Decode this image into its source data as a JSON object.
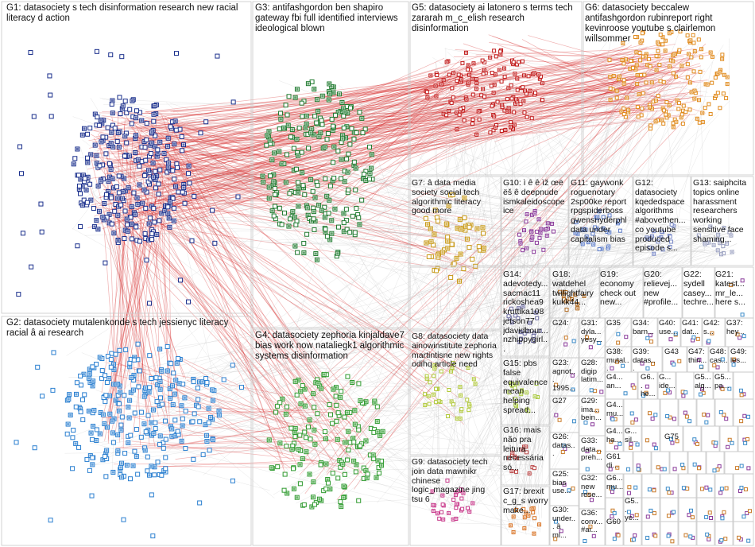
{
  "groups": [
    {
      "id": "G1",
      "text": "G1: datasociety s tech disinformation research new racial literacy d action"
    },
    {
      "id": "G2",
      "text": "G2: datasociety mutalenkonde s tech jessienyc literacy racial â ai research"
    },
    {
      "id": "G3",
      "text": "G3: antifashgordon ben shapiro gateway fbi full identified interviews ideological blown"
    },
    {
      "id": "G4",
      "text": "G4: datasociety zephoria kinjaldave7 bias work now nataliegk1 algorithmic systems disinformation"
    },
    {
      "id": "G5",
      "text": "G5: datasociety ai latonero s terms tech zararah m_c_elish research disinformation"
    },
    {
      "id": "G6",
      "text": "G6: datasociety beccalew antifashgordon rubinreport right kevinroose youtube s clairlemon willsommer"
    },
    {
      "id": "G7",
      "text": "G7: â data media society social tech algorithmic literacy good more"
    },
    {
      "id": "G8",
      "text": "G8: datasociety data ainowinstitute zephoria martintisne new rights odihq article need"
    },
    {
      "id": "G9",
      "text": "G9: datasociety tech join data mawnikr chinese logic_magazine jing tsu 6"
    },
    {
      "id": "G10",
      "text": "G10: ì ê ê ìž œë ëš ê deepnude ismkaleidoscope ice"
    },
    {
      "id": "G11",
      "text": "G11: gaywonk roguenotary 2sp00ke report rpgspiderboss gwensnyderphl data under capitalism bias"
    },
    {
      "id": "G12",
      "text": "G12: datasociety kqededspace algorithms #abovethen... co youtube produced episode s..."
    },
    {
      "id": "G13",
      "text": "G13: saiphcita topics online harassment researchers working sensitive face shaming..."
    },
    {
      "id": "G14",
      "text": "G14: adevotedy... sacmac11 rickoshea9 kruttika108 jetson77 jdavidbour... nzhippygirl..."
    },
    {
      "id": "G15",
      "text": "G15: pbs false equivalence mean helping spread..."
    },
    {
      "id": "G16",
      "text": "G16: mais não pra leitura necessária só..."
    },
    {
      "id": "G17",
      "text": "G17: brexit c_g_s worry make..."
    },
    {
      "id": "G18",
      "text": "G18: watdehel twilightfairy kukk44..."
    },
    {
      "id": "G19",
      "text": "G19: economy check out new..."
    },
    {
      "id": "G20",
      "text": "G20: relievej... new #profile..."
    },
    {
      "id": "G21",
      "text": "G21: katest... mr_le... here s..."
    },
    {
      "id": "G22",
      "text": "G22: sydell casey... techre..."
    },
    {
      "id": "G23",
      "text": "G23: agnot... 1995..."
    },
    {
      "id": "G24",
      "text": "G24:"
    },
    {
      "id": "G25",
      "text": "G25: bias use..."
    },
    {
      "id": "G26",
      "text": "G26: datas..."
    },
    {
      "id": "G27",
      "text": "G27"
    },
    {
      "id": "G28",
      "text": "G28: digip latim..."
    },
    {
      "id": "G29",
      "text": "G29: ima... bein..."
    },
    {
      "id": "G30",
      "text": "G30: under... â ml..."
    },
    {
      "id": "G31",
      "text": "G31: dyla... yesy..."
    },
    {
      "id": "G32",
      "text": "G32: new rese..."
    },
    {
      "id": "G33",
      "text": "G33: data... preh..."
    },
    {
      "id": "G34",
      "text": "G34: barn..."
    },
    {
      "id": "G35",
      "text": "G35"
    },
    {
      "id": "G36",
      "text": "G36: conv... #ai..."
    },
    {
      "id": "G37",
      "text": "G37: hey..."
    },
    {
      "id": "G38",
      "text": "G38: mutal..."
    },
    {
      "id": "G39",
      "text": "G39: datas..."
    },
    {
      "id": "G40",
      "text": "G40: use..."
    },
    {
      "id": "G41",
      "text": "G41: dat..."
    },
    {
      "id": "G42",
      "text": "G42: s..."
    },
    {
      "id": "G43",
      "text": "G43"
    },
    {
      "id": "G44",
      "text": "G4... an..."
    },
    {
      "id": "G45",
      "text": "G4... mu..."
    },
    {
      "id": "G46",
      "text": "G4... ha..."
    },
    {
      "id": "G47",
      "text": "G47: thin..."
    },
    {
      "id": "G48",
      "text": "G48: cas..."
    },
    {
      "id": "G49",
      "text": "G49: les..."
    },
    {
      "id": "G50",
      "text": "G5... alg..."
    },
    {
      "id": "G51",
      "text": "G5... pa..."
    },
    {
      "id": "G52",
      "text": "G... ide..."
    },
    {
      "id": "G53",
      "text": "G6... he..."
    },
    {
      "id": "G54",
      "text": "G... sil..."
    },
    {
      "id": "G60",
      "text": "G60"
    },
    {
      "id": "G61",
      "text": "G61 di..."
    },
    {
      "id": "G75",
      "text": "G75"
    },
    {
      "id": "G62",
      "text": "G6... mu..."
    },
    {
      "id": "G63",
      "text": "G5... ye..."
    }
  ],
  "palette": {
    "G1": "#1a2f8c",
    "G2": "#2a7fd0",
    "G3": "#1f7a2f",
    "G4": "#2e9a2e",
    "G5": "#c01818",
    "G6": "#e08a1c",
    "G7": "#c89a18",
    "G8": "#b0c838",
    "G9": "#c8388a",
    "G10": "#8a3a9a",
    "G11": "#5a7ac8",
    "G12": "#7a8ac8",
    "G13": "#9aa0c0",
    "edge_intergroup": "#d42020",
    "edge_light": "#b8b8b8"
  }
}
